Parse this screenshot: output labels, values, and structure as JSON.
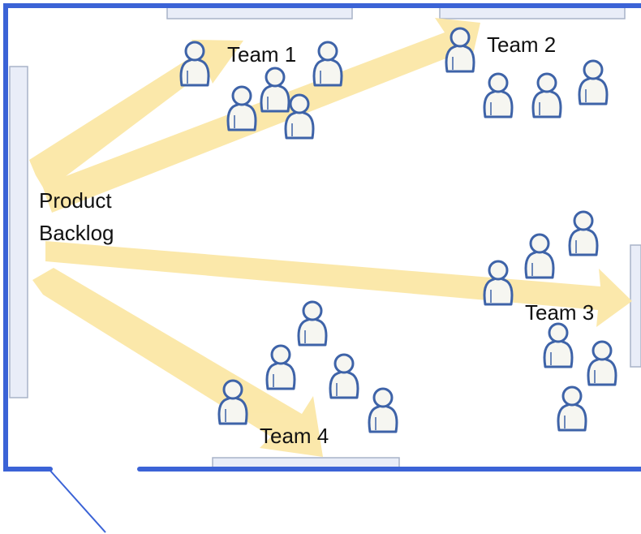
{
  "backlog": {
    "line1": "Product",
    "line2": "Backlog"
  },
  "teams": [
    {
      "id": "team-1",
      "label": "Team 1",
      "people": 5
    },
    {
      "id": "team-2",
      "label": "Team 2",
      "people": 4
    },
    {
      "id": "team-3",
      "label": "Team 3",
      "people": 6
    },
    {
      "id": "team-4",
      "label": "Team 4",
      "people": 5
    }
  ],
  "colors": {
    "wall": "#3b63d6",
    "window_fill": "#e9edf8",
    "window_stroke": "#a9b3c8",
    "arrow": "#fbe7a6",
    "person_outline": "#3e63a8",
    "person_fill": "#f6f6f1",
    "door_line": "#3b63d6"
  },
  "icons": [
    "person-icon",
    "arrow"
  ]
}
